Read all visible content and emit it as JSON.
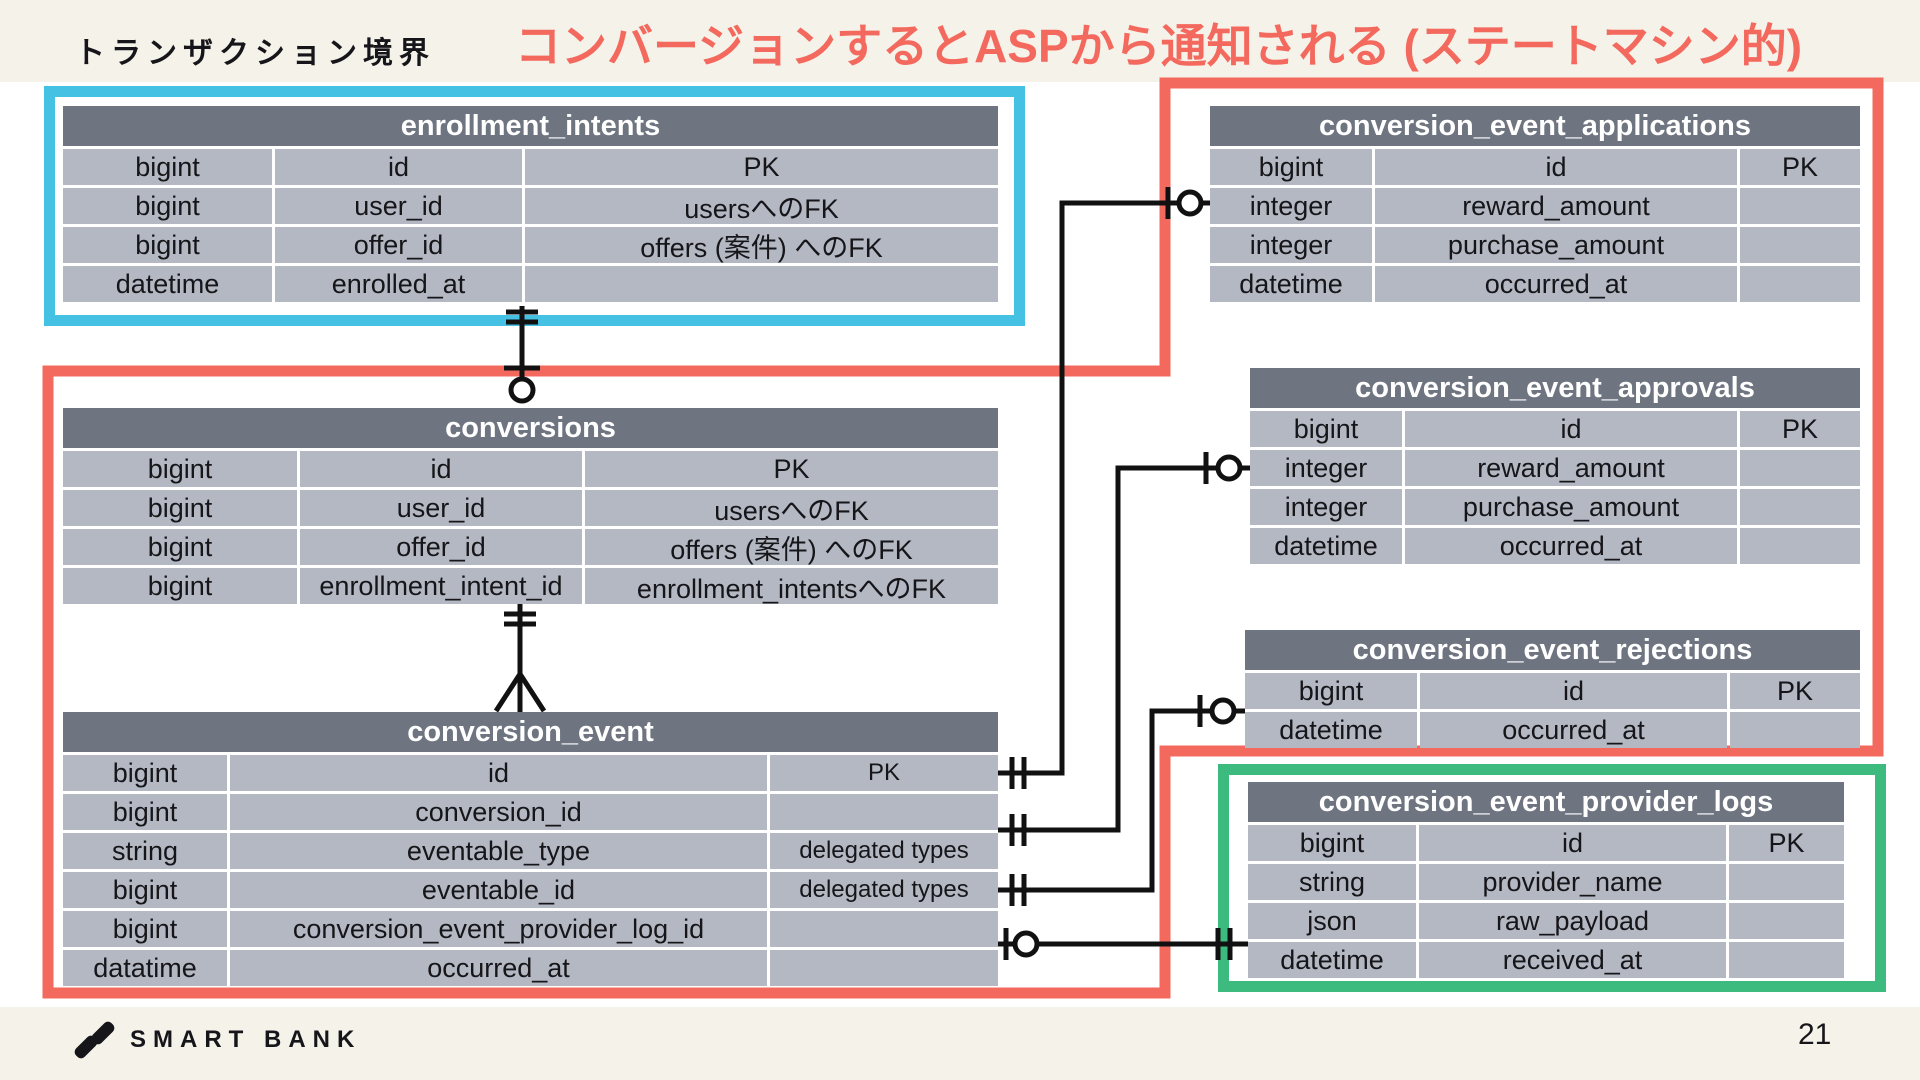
{
  "slide": {
    "label": "トランザクション境界",
    "title": "コンバージョンするとASPから通知される (ステートマシン的)",
    "page_number": "21",
    "logo_text": "SMART BANK"
  },
  "colors": {
    "background": "#f5f2ea",
    "panel": "#ffffff",
    "accent_red": "#f4695e",
    "accent_cyan": "#45c1e3",
    "accent_green": "#3dba7e",
    "table_header": "#6e7480",
    "table_row": "#b4b8c2"
  },
  "tables": [
    {
      "title": "enrollment_intents",
      "rows": [
        [
          "bigint",
          "id",
          "PK"
        ],
        [
          "bigint",
          "user_id",
          "usersへのFK"
        ],
        [
          "bigint",
          "offer_id",
          "offers (案件) へのFK"
        ],
        [
          "datetime",
          "enrolled_at",
          ""
        ]
      ]
    },
    {
      "title": "conversions",
      "rows": [
        [
          "bigint",
          "id",
          "PK"
        ],
        [
          "bigint",
          "user_id",
          "usersへのFK"
        ],
        [
          "bigint",
          "offer_id",
          "offers (案件) へのFK"
        ],
        [
          "bigint",
          "enrollment_intent_id",
          "enrollment_intentsへのFK"
        ]
      ]
    },
    {
      "title": "conversion_event",
      "rows": [
        [
          "bigint",
          "id",
          "PK"
        ],
        [
          "bigint",
          "conversion_id",
          ""
        ],
        [
          "string",
          "eventable_type",
          "delegated types"
        ],
        [
          "bigint",
          "eventable_id",
          "delegated types"
        ],
        [
          "bigint",
          "conversion_event_provider_log_id",
          ""
        ],
        [
          "datatime",
          "occurred_at",
          ""
        ]
      ]
    },
    {
      "title": "conversion_event_applications",
      "rows": [
        [
          "bigint",
          "id",
          "PK"
        ],
        [
          "integer",
          "reward_amount",
          ""
        ],
        [
          "integer",
          "purchase_amount",
          ""
        ],
        [
          "datetime",
          "occurred_at",
          ""
        ]
      ]
    },
    {
      "title": "conversion_event_approvals",
      "rows": [
        [
          "bigint",
          "id",
          "PK"
        ],
        [
          "integer",
          "reward_amount",
          ""
        ],
        [
          "integer",
          "purchase_amount",
          ""
        ],
        [
          "datetime",
          "occurred_at",
          ""
        ]
      ]
    },
    {
      "title": "conversion_event_rejections",
      "rows": [
        [
          "bigint",
          "id",
          "PK"
        ],
        [
          "datetime",
          "occurred_at",
          ""
        ]
      ]
    },
    {
      "title": "conversion_event_provider_logs",
      "rows": [
        [
          "bigint",
          "id",
          "PK"
        ],
        [
          "string",
          "provider_name",
          ""
        ],
        [
          "json",
          "raw_payload",
          ""
        ],
        [
          "datetime",
          "received_at",
          ""
        ]
      ]
    }
  ],
  "relationships": [
    {
      "from": "enrollment_intents",
      "to": "conversions",
      "cardinality": "one to zero-or-one"
    },
    {
      "from": "conversions",
      "to": "conversion_event",
      "cardinality": "one to many"
    },
    {
      "from": "conversion_event",
      "to": "conversion_event_applications",
      "cardinality": "one to zero-or-one"
    },
    {
      "from": "conversion_event",
      "to": "conversion_event_approvals",
      "cardinality": "one to zero-or-one"
    },
    {
      "from": "conversion_event",
      "to": "conversion_event_rejections",
      "cardinality": "one to zero-or-one"
    },
    {
      "from": "conversion_event_provider_logs",
      "to": "conversion_event",
      "cardinality": "one to zero-or-one"
    }
  ]
}
